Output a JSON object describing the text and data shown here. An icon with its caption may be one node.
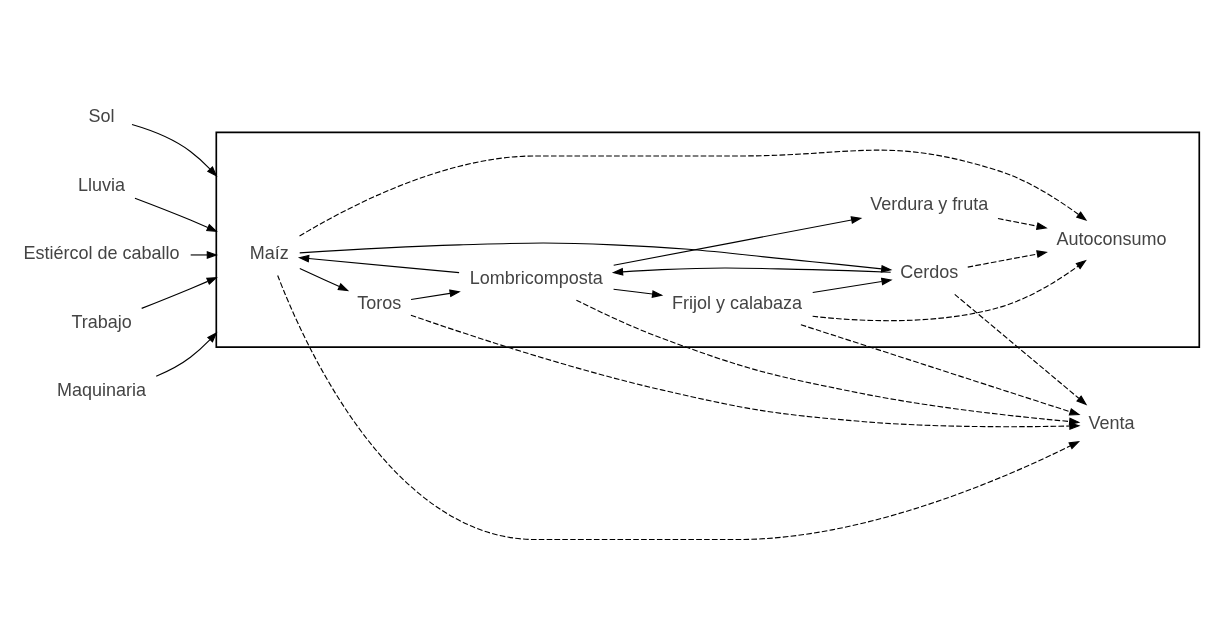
{
  "diagram": {
    "nodes": [
      {
        "text": [],
        "shape": "box"
      },
      {
        "text": [
          "Autoconsumo"
        ],
        "in": 0
      },
      {
        "text": [
          "Maíz"
        ],
        "in": 0
      },
      {
        "text": [
          "Verdura y fruta"
        ],
        "in": 0
      },
      {
        "text": [
          "Frijol y calabaza"
        ],
        "in": 0
      },
      {
        "text": [
          "Toros"
        ],
        "in": 0
      },
      {
        "text": [
          "Lombricomposta"
        ],
        "in": 0
      },
      {
        "text": [
          "Cerdos"
        ],
        "in": 0
      },
      {
        "text": [
          "Sol"
        ]
      },
      {
        "text": [
          "Lluvia"
        ]
      },
      {
        "text": [
          "Estiércol de caballo"
        ]
      },
      {
        "text": [
          "Trabajo"
        ]
      },
      {
        "text": [
          "Maquinaria"
        ]
      },
      {
        "text": [
          "Venta"
        ]
      }
    ],
    "edges": [
      {
        "from": 8,
        "to": 0,
        "arrow": "to"
      },
      {
        "from": 9,
        "to": 0,
        "arrow": "to"
      },
      {
        "from": 10,
        "to": 0,
        "arrow": "to"
      },
      {
        "from": 11,
        "to": 0,
        "arrow": "to"
      },
      {
        "from": 12,
        "to": 0,
        "arrow": "to"
      },
      {
        "from": 2,
        "to": 1,
        "arrow": "to",
        "style": "dashed"
      },
      {
        "from": 4,
        "to": 1,
        "arrow": "to",
        "style": "dashed"
      },
      {
        "from": 3,
        "to": 1,
        "arrow": "to",
        "style": "dashed"
      },
      {
        "from": 7,
        "to": 1,
        "arrow": "to",
        "style": "dashed"
      },
      {
        "from": 2,
        "to": 5,
        "arrow": "to"
      },
      {
        "from": 6,
        "to": 2,
        "arrow": "to"
      },
      {
        "from": 6,
        "to": 4,
        "arrow": "to"
      },
      {
        "from": 6,
        "to": 3,
        "arrow": "to"
      },
      {
        "from": 5,
        "to": 6,
        "arrow": "to"
      },
      {
        "from": 7,
        "to": 6,
        "arrow": "to"
      },
      {
        "from": 2,
        "to": 7,
        "arrow": "to"
      },
      {
        "from": 4,
        "to": 7,
        "arrow": "to"
      },
      {
        "from": 2,
        "to": 13,
        "arrow": "to",
        "style": "dashed"
      },
      {
        "from": 4,
        "to": 13,
        "arrow": "to",
        "style": "dashed"
      },
      {
        "from": 5,
        "to": 13,
        "arrow": "to",
        "style": "dashed"
      },
      {
        "from": 6,
        "to": 13,
        "arrow": "to",
        "style": "dashed"
      },
      {
        "from": 7,
        "to": 13,
        "arrow": "to",
        "style": "dashed"
      }
    ]
  }
}
